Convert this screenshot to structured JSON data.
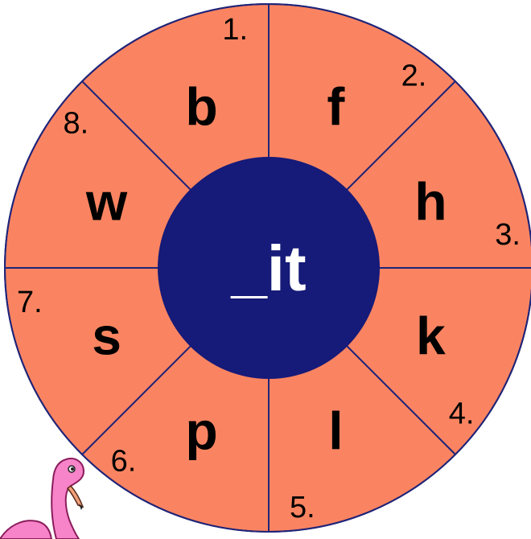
{
  "wheel": {
    "center_text": "_it",
    "segments": [
      {
        "number": "1.",
        "letter": "b"
      },
      {
        "number": "2.",
        "letter": "f"
      },
      {
        "number": "3.",
        "letter": "h"
      },
      {
        "number": "4.",
        "letter": "k"
      },
      {
        "number": "5.",
        "letter": "l"
      },
      {
        "number": "6.",
        "letter": "p"
      },
      {
        "number": "7.",
        "letter": "s"
      },
      {
        "number": "8.",
        "letter": "w"
      }
    ]
  },
  "colors": {
    "segment_fill": "#fa8461",
    "segment_stroke": "#1f2478",
    "hub_fill": "#161a78",
    "hub_text": "#ffffff",
    "letter_text": "#000000",
    "flamingo_body": "#f783c8",
    "flamingo_beak": "#f2a07a"
  },
  "decorations": {
    "corner_icon": "flamingo-icon"
  }
}
